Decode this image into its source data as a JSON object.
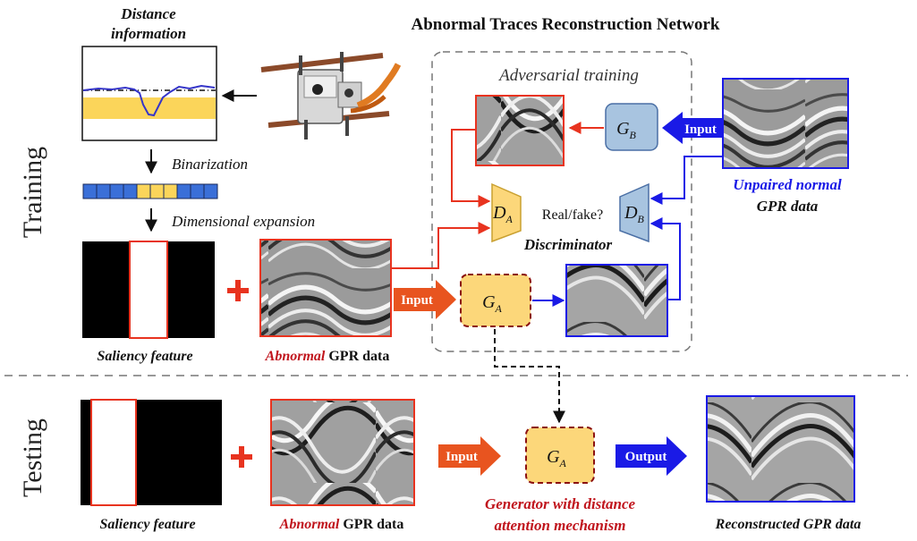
{
  "title": "Abnormal Traces Reconstruction Network",
  "sections": {
    "training": "Training",
    "testing": "Testing"
  },
  "distance_info": {
    "line1": "Distance",
    "line2": "information"
  },
  "steps": {
    "binarization": "Binarization",
    "dimensional_expansion": "Dimensional expansion"
  },
  "adversarial": {
    "label": "Adversarial training",
    "real_fake": "Real/fake?",
    "discriminator": "Discriminator"
  },
  "nodes": {
    "gb_base": "G",
    "gb_sub": "B",
    "ga_base": "G",
    "ga_sub": "A",
    "da_base": "D",
    "da_sub": "A",
    "db_base": "D",
    "db_sub": "B"
  },
  "arrows": {
    "input": "Input",
    "output": "Output"
  },
  "labels": {
    "saliency_feature": "Saliency feature",
    "abnormal_word": "Abnormal",
    "gpr_data_suffix": " GPR data",
    "unpaired_normal": "Unpaired normal",
    "gpr_data": "GPR data",
    "generator_line1": "Generator with distance",
    "generator_line2": "attention mechanism",
    "reconstructed": "Reconstructed GPR data"
  },
  "binary_vector": [
    0,
    0,
    0,
    0,
    1,
    1,
    1,
    0,
    0,
    0
  ],
  "colors": {
    "red": "#e8331f",
    "dark_red": "#c0141c",
    "blue": "#1a1ae6",
    "node_blue": "#a8c4e0",
    "node_yellow": "#fcd77a",
    "yellow_band": "#fbd55a"
  }
}
